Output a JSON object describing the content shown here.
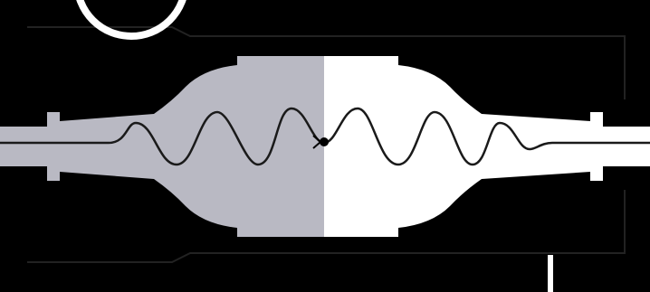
{
  "diagram": {
    "colors": {
      "background": "#000000",
      "left_half_fill": "#b9b9c3",
      "right_half_fill": "#ffffff",
      "wave_stroke": "#1a1a1a",
      "circle_stroke": "#ffffff",
      "marker_fill": "#ffffff"
    },
    "parts": [
      "top-circle",
      "left-shaded-vessel-half",
      "right-white-vessel-half",
      "sine-wave",
      "center-junction-dot",
      "vertical-marker-bar"
    ]
  }
}
